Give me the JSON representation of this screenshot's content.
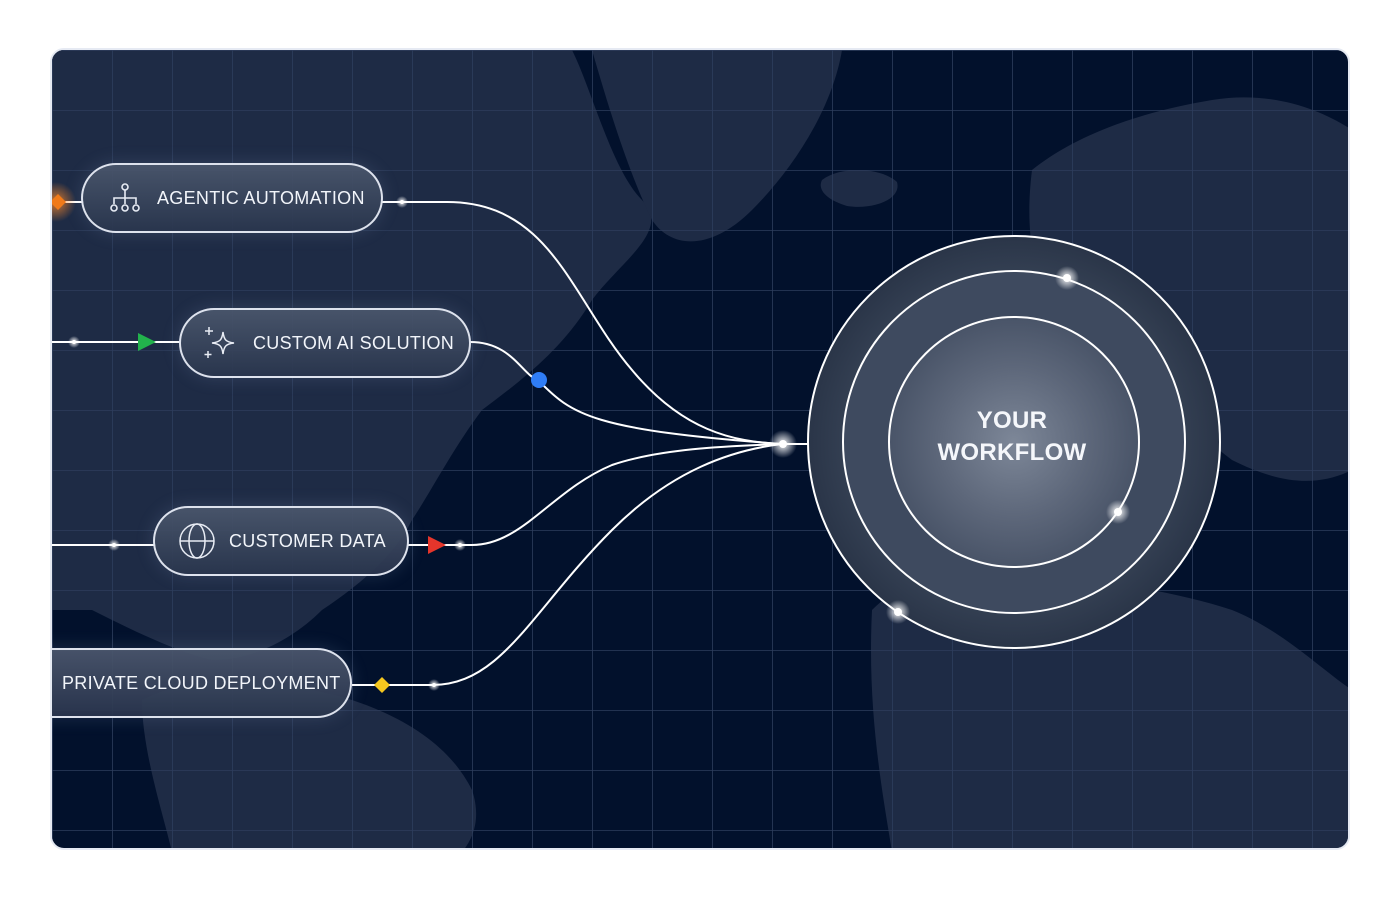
{
  "pills": {
    "agentic": {
      "label": "AGENTIC AUTOMATION",
      "icon": "hierarchy-icon",
      "marker_color": "#f07a1a"
    },
    "custom_ai": {
      "label": "CUSTOM AI SOLUTION",
      "icon": "sparkles-icon",
      "marker_color": "#22b24c"
    },
    "customer_data": {
      "label": "CUSTOMER DATA",
      "icon": "globe-icon",
      "marker_color": "#e5352b"
    },
    "private_cloud": {
      "label": "PRIVATE CLOUD DEPLOYMENT",
      "marker_color": "#f5c71f"
    }
  },
  "junction_color": "#2f7df6",
  "hub": {
    "line1": "YOUR",
    "line2": "WORKFLOW"
  },
  "colors": {
    "background": "#02112c",
    "grid": "#2a3a58",
    "land": "#1f2c46",
    "line": "#ffffff"
  }
}
